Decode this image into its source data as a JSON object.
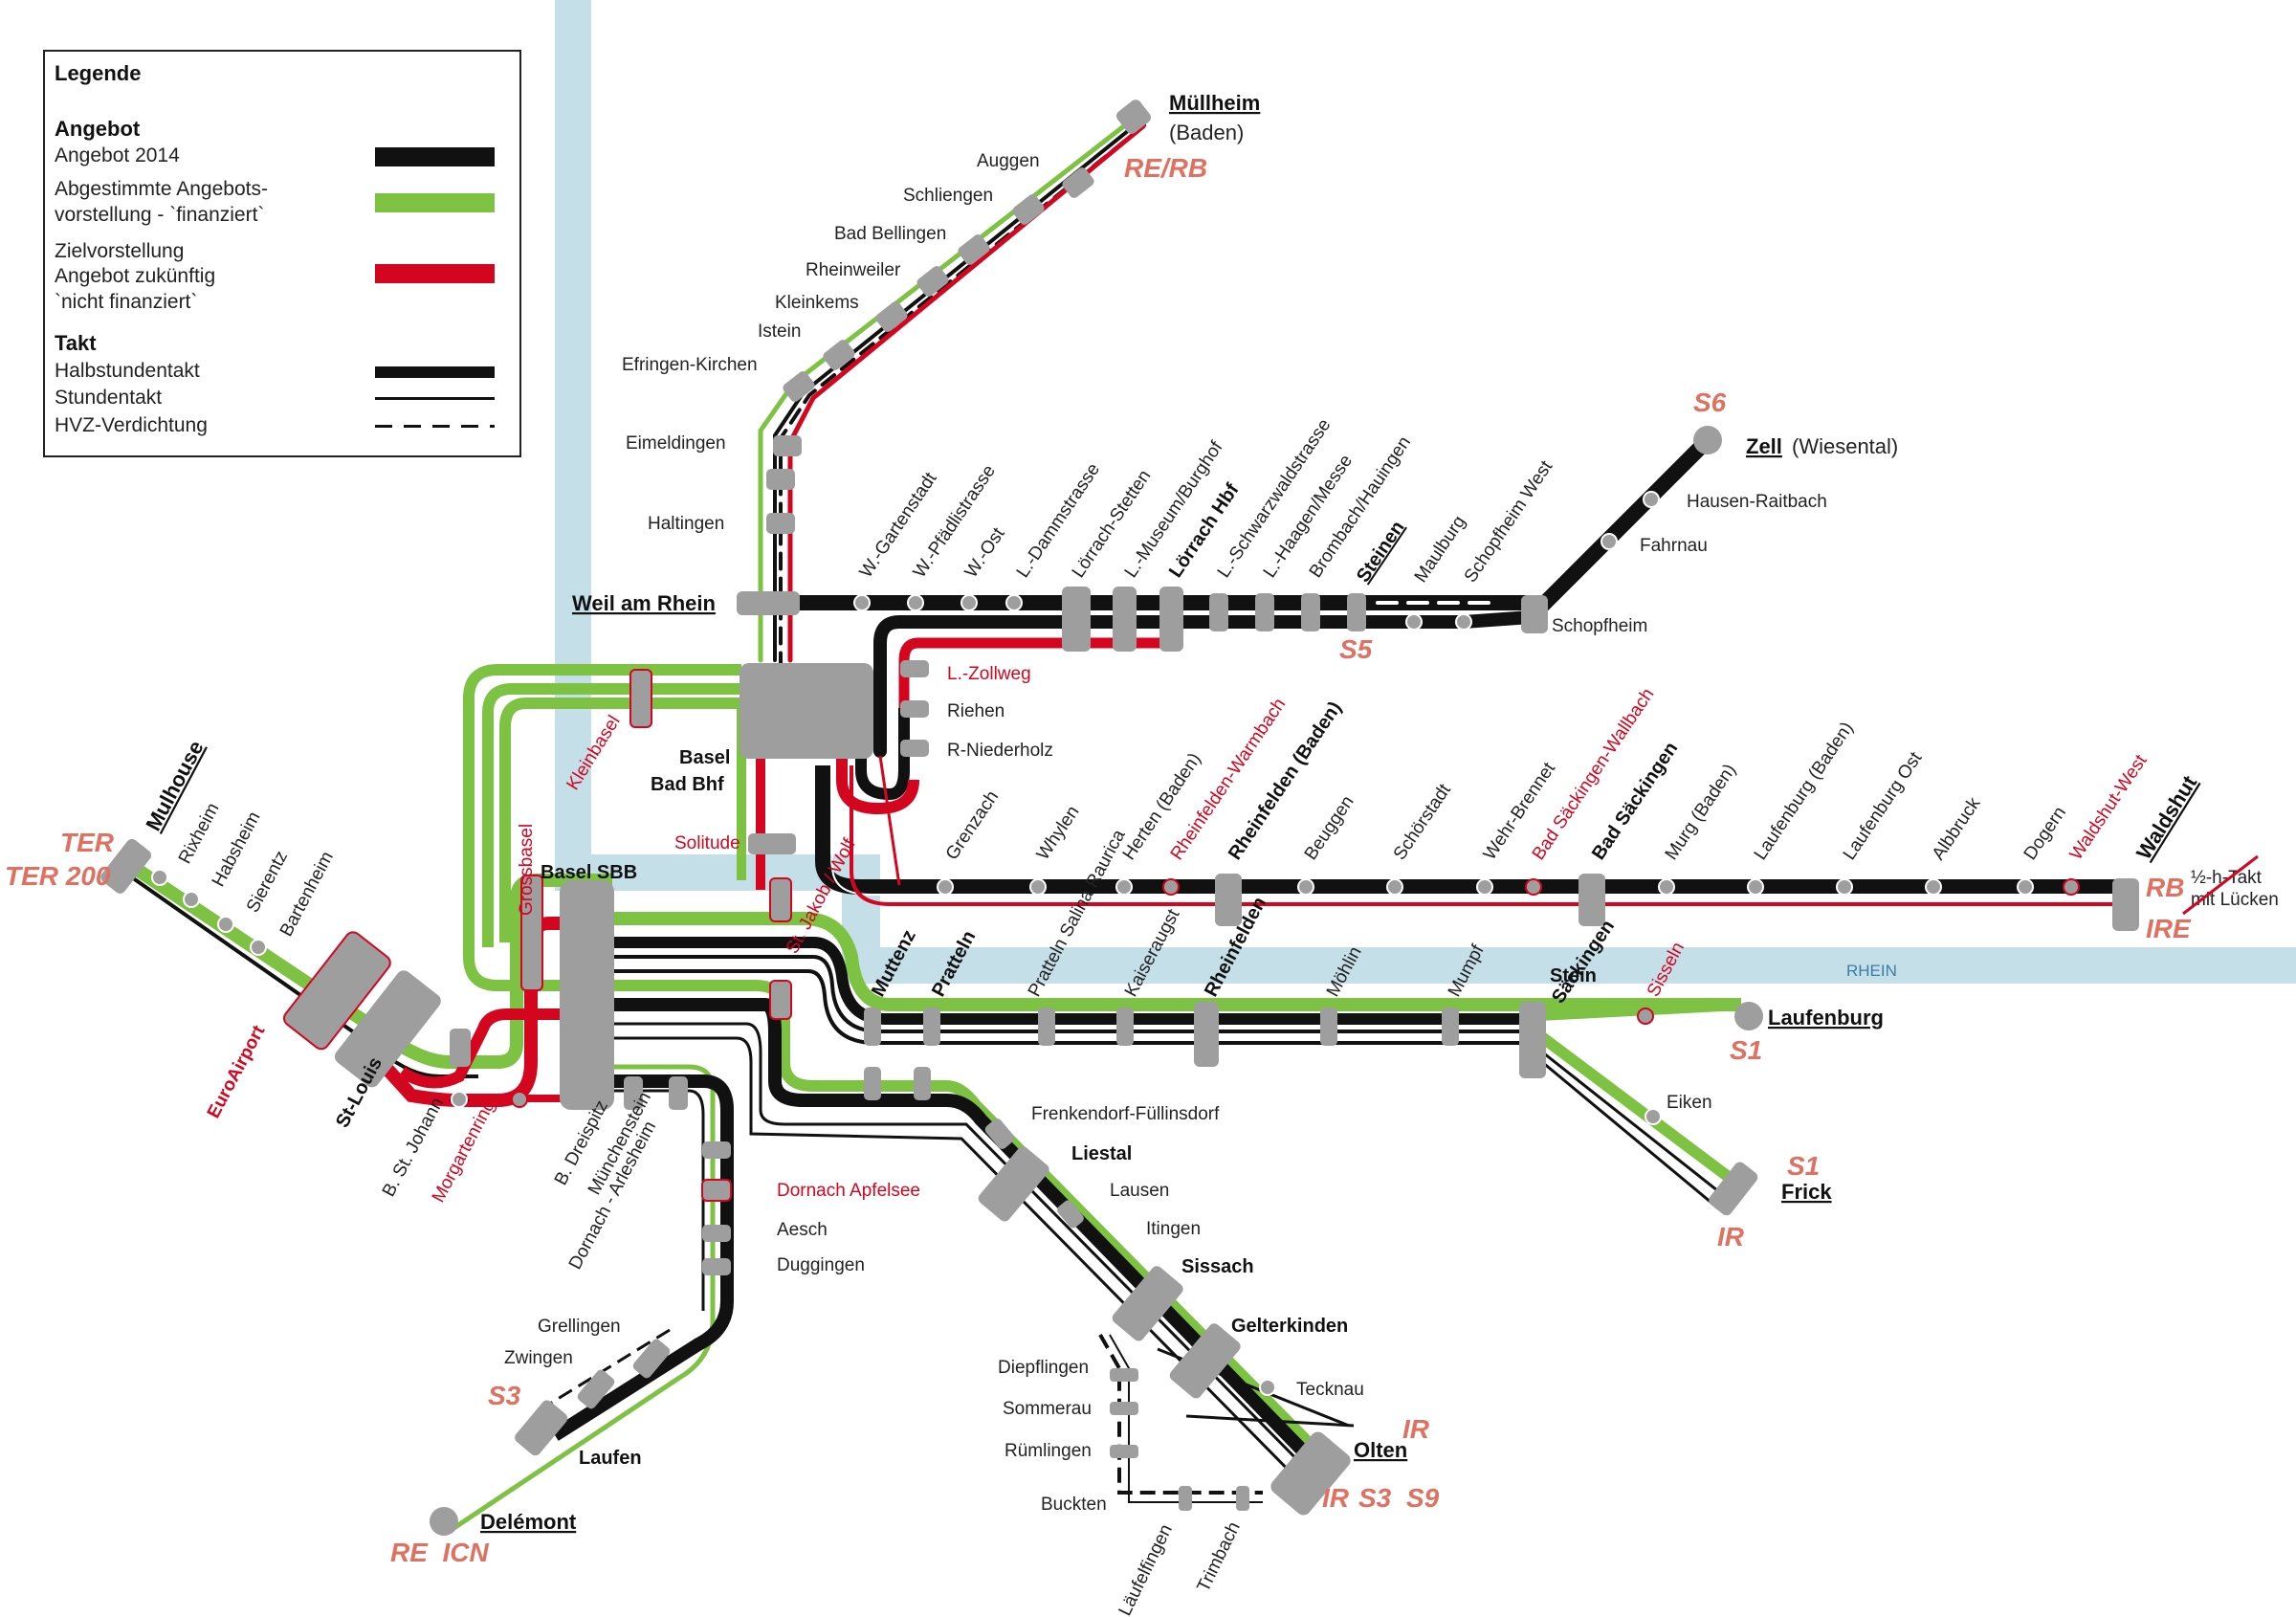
{
  "legend": {
    "title": "Legende",
    "angebot_heading": "Angebot",
    "angebot_2014": "Angebot 2014",
    "abgestimmt_line1": "Abgestimmte Angebots-",
    "abgestimmt_line2": "vorstellung - `finanziert`",
    "ziel_line1": "Zielvorstellung",
    "ziel_line2": "Angebot zukünftig",
    "ziel_line3": "`nicht finanziert`",
    "takt_heading": "Takt",
    "halbstunden": "Halbstundentakt",
    "stunden": "Stundentakt",
    "hvz": "HVZ-Verdichtung",
    "colors": {
      "angebot2014": "#111111",
      "finanziert": "#7dc242",
      "nicht_finanziert": "#d3051f"
    }
  },
  "river": {
    "label": "RHEIN",
    "color": "#c5dfe9"
  },
  "hubs": {
    "basel_sbb": "Basel SBB",
    "basel_bad_1": "Basel",
    "basel_bad_2": "Bad Bhf"
  },
  "termini": {
    "muellheim": "Müllheim",
    "muellheim_sub": "(Baden)",
    "zell": "Zell",
    "zell_sub": "(Wiesental)",
    "waldshut": "Waldshut",
    "laufenburg": "Laufenburg",
    "frick": "Frick",
    "olten": "Olten",
    "delemont": "Delémont",
    "mulhouse": "Mulhouse",
    "weil": "Weil am Rhein"
  },
  "line_labels": {
    "re_rb": "RE/RB",
    "s6": "S6",
    "s5": "S5",
    "rb": "RB",
    "ire": "IRE",
    "s1_laufenburg": "S1",
    "s1_frick": "S1",
    "ir_frick": "IR",
    "ir_olten": "IR",
    "ir_olten2": "IR",
    "s3_olten": "S3",
    "s9": "S9",
    "s3_laufen": "S3",
    "re_icn": "RE  ICN",
    "ter": "TER",
    "ter200": "TER 200"
  },
  "notes": {
    "halbstundentakt_line1": "½-h-Takt",
    "halbstundentakt_line2": "mit Lücken"
  },
  "stations": {
    "wiese_line": [
      "W.-Gartenstadt",
      "W.-Pfädlistrasse",
      "W.-Ost",
      "L.-Dammstrasse",
      "Lörrach-Stetten",
      "L.-Museum/Burghof",
      "Lörrach Hbf",
      "L.-Schwarzwaldstrasse",
      "L.-Haagen/Messe",
      "Brombach/Hauingen",
      "Steinen",
      "Maulburg",
      "Schopfheim West"
    ],
    "schopfheim": "Schopfheim",
    "fahrnau": "Fahrnau",
    "hausen": "Hausen-Raitbach",
    "rheintal": [
      "Auggen",
      "Schliengen",
      "Bad Bellingen",
      "Rheinweiler",
      "Kleinkems",
      "Istein",
      "Efringen-Kirchen",
      "Eimeldingen",
      "Haltingen"
    ],
    "riehen": [
      "L.-Zollweg",
      "Riehen",
      "R-Niederholz"
    ],
    "hochrhein_de": [
      "Grenzach",
      "Whylen",
      "Herten (Baden)",
      "Rheinfelden-Warmbach",
      "Rheinfelden (Baden)",
      "Beuggen",
      "Schörstadt",
      "Wehr-Brennet",
      "Bad Säckingen-Wallbach",
      "Bad Säckingen",
      "Murg (Baden)",
      "Laufenburg (Baden)",
      "Laufenburg Ost",
      "Albbruck",
      "Dogern",
      "Waldshut-West"
    ],
    "hochrhein_ch": [
      "Muttenz",
      "Pratteln",
      "Pratteln Salina Raurica",
      "Kaiseraugst",
      "Rheinfelden",
      "Möhlin",
      "Mumpf",
      "Stein Säckingen",
      "Sisseln"
    ],
    "stein_line1": "Stein",
    "stein_line2": "Säckingen",
    "eiken": "Eiken",
    "ergolz": [
      "Frenkendorf-Füllinsdorf",
      "Liestal",
      "Lausen",
      "Itingen",
      "Sissach",
      "Gelterkinden",
      "Tecknau"
    ],
    "hauenstein": [
      "Diepflingen",
      "Sommerau",
      "Rümlingen",
      "Buckten",
      "Läufelfingen",
      "Trimbach"
    ],
    "laufental": [
      "B. Dreispitz",
      "Münchenstein",
      "Dornach - Arlesheim",
      "Dornach Apfelsee",
      "Aesch",
      "Duggingen",
      "Grellingen",
      "Zwingen",
      "Laufen"
    ],
    "elsass": [
      "Rixheim",
      "Habsheim",
      "Sierentz",
      "Bartenheim",
      "EuroAirport",
      "St-Louis",
      "B. St. Johann",
      "Morgartenring"
    ],
    "city": [
      "Kleinbasel",
      "Grossbasel",
      "Solitude",
      "St. Jakob / Wolf"
    ]
  }
}
